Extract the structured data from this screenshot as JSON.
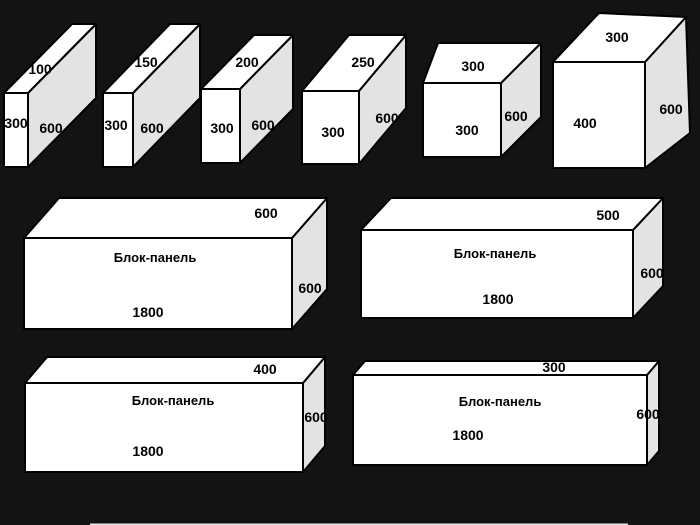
{
  "scene": {
    "background": "#131313",
    "face_color": "#ffffff",
    "shade_color": "#e3e3e3",
    "outline_color": "#000000",
    "label_color": "#000000"
  },
  "blocks": [
    {
      "name": "block-100x300x600",
      "top_label": "100",
      "front_label": "300",
      "side_label": "600"
    },
    {
      "name": "block-150x300x600",
      "top_label": "150",
      "front_label": "300",
      "side_label": "600"
    },
    {
      "name": "block-200x300x600",
      "top_label": "200",
      "front_label": "300",
      "side_label": "600"
    },
    {
      "name": "block-250x300x600",
      "top_label": "250",
      "front_label": "300",
      "side_label": "600"
    },
    {
      "name": "block-300x300x600",
      "top_label": "300",
      "front_label": "300",
      "side_label": "600"
    },
    {
      "name": "block-300x400x600",
      "top_label": "300",
      "front_label": "400",
      "side_label": "600"
    }
  ],
  "panels": [
    {
      "name": "panel-600",
      "title": "Блок-панель",
      "top_label": "600",
      "side_label": "600",
      "length_label": "1800"
    },
    {
      "name": "panel-500",
      "title": "Блок-панель",
      "top_label": "500",
      "side_label": "600",
      "length_label": "1800"
    },
    {
      "name": "panel-400",
      "title": "Блок-панель",
      "top_label": "400",
      "side_label": "600",
      "length_label": "1800"
    },
    {
      "name": "panel-300",
      "title": "Блок-панель",
      "top_label": "300",
      "side_label": "600",
      "length_label": "1800"
    }
  ]
}
